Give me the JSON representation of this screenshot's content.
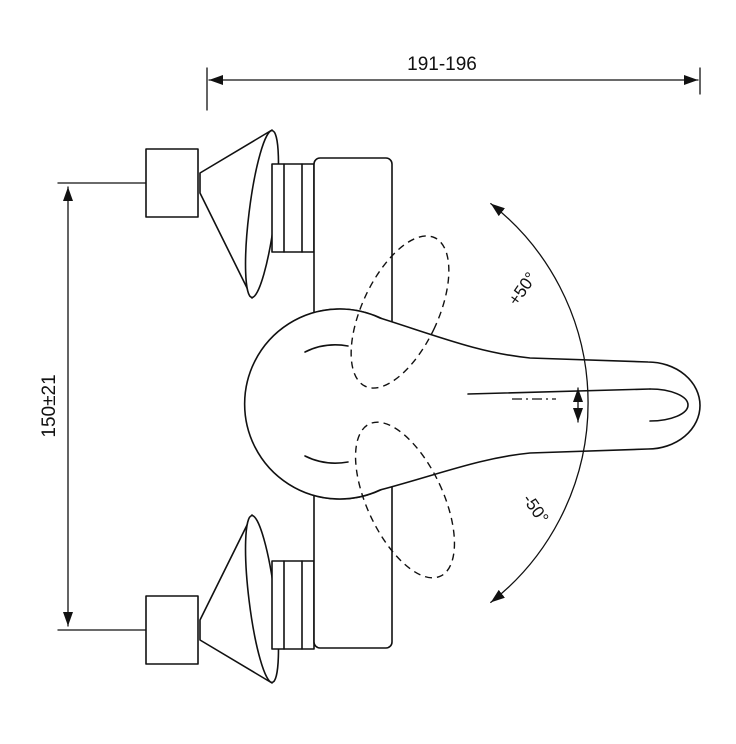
{
  "diagram": {
    "width_dimension": "191-196",
    "height_dimension": "150±21",
    "angle_up_label": "+50°",
    "angle_down_label": "-50°",
    "line_color": "#111111",
    "background_color": "#ffffff"
  }
}
